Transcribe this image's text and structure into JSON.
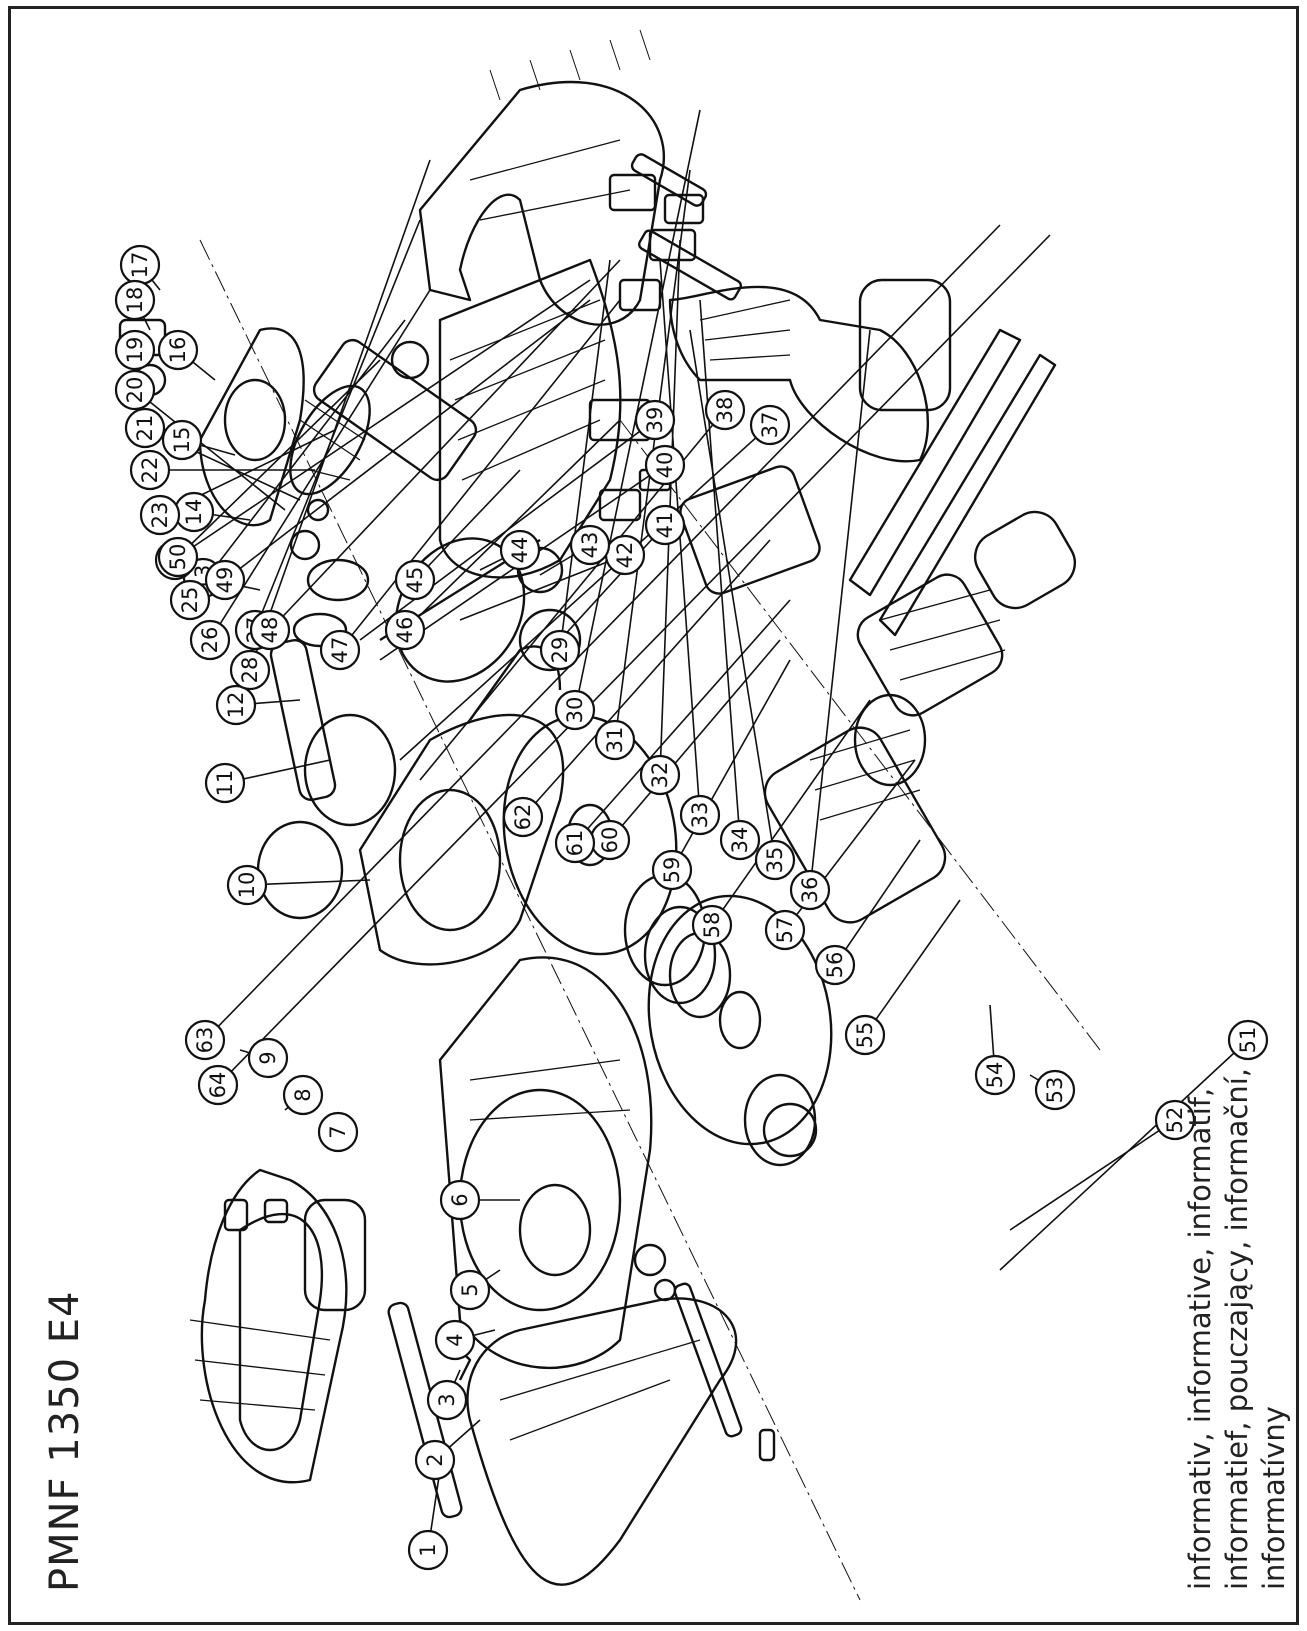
{
  "title": "PMNF 1350 E4",
  "note_lines": [
    "informativ, informative, informatif,",
    "informatief, pouczający, informační,",
    "informatívny"
  ],
  "callout_numbers": [
    "1",
    "2",
    "3",
    "4",
    "5",
    "6",
    "7",
    "8",
    "9",
    "10",
    "11",
    "12",
    "13",
    "14",
    "15",
    "16",
    "17",
    "18",
    "19",
    "20",
    "21",
    "22",
    "23",
    "24",
    "25",
    "26",
    "27",
    "28",
    "29",
    "30",
    "31",
    "32",
    "33",
    "34",
    "35",
    "36",
    "37",
    "38",
    "39",
    "40",
    "41",
    "42",
    "43",
    "44",
    "45",
    "46",
    "47",
    "48",
    "49",
    "50",
    "51",
    "52",
    "53",
    "54",
    "55",
    "56",
    "57",
    "58",
    "59",
    "60",
    "61",
    "62",
    "63",
    "64"
  ]
}
